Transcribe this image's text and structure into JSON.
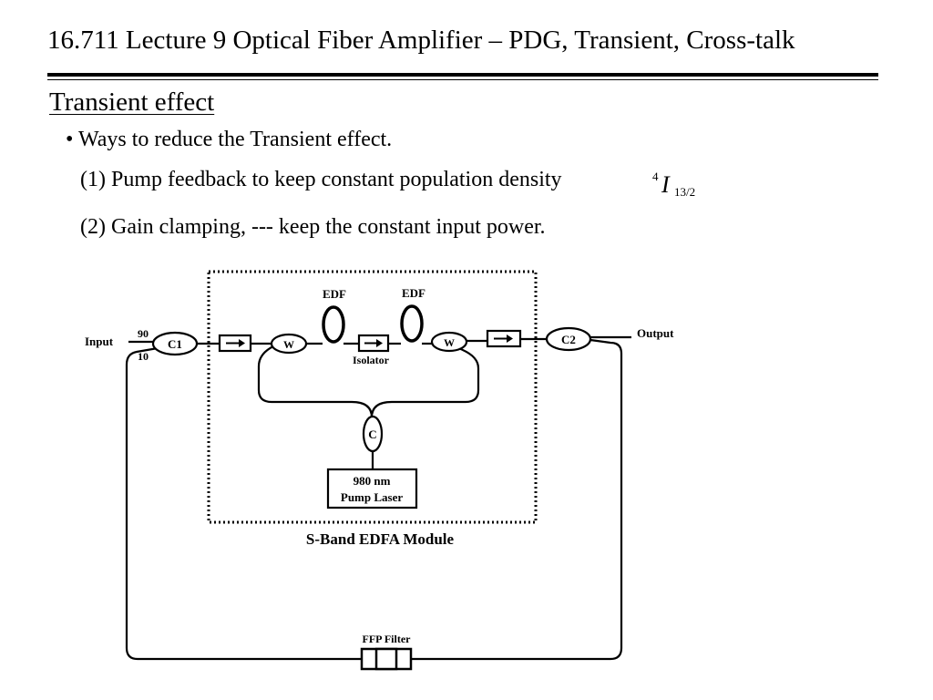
{
  "slide": {
    "title": "16.711 Lecture 9 Optical Fiber Amplifier – PDG, Transient, Cross-talk",
    "subtitle": "Transient effect",
    "bullet": "• Ways to reduce the Transient effect.",
    "item1": "(1) Pump feedback to keep constant population density",
    "formula": {
      "superscript": "4",
      "base": "I",
      "subscript": "13/2"
    },
    "item2": "(2) Gain clamping, --- keep the constant input power."
  },
  "diagram": {
    "input_label": "Input",
    "split_top": "90",
    "split_bottom": "10",
    "c1_label": "C1",
    "w1_label": "W",
    "edf1_label": "EDF",
    "edf2_label": "EDF",
    "isolator_label": "Isolator",
    "w2_label": "W",
    "c2_label": "C2",
    "output_label": "Output",
    "pump_coupler_label": "C",
    "pump_line1": "980 nm",
    "pump_line2": "Pump Laser",
    "module_label": "S-Band EDFA Module",
    "filter_label": "FFP Filter"
  }
}
